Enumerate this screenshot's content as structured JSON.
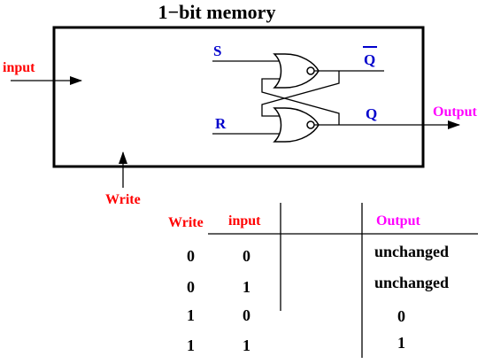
{
  "title": "1−bit memory",
  "labels": {
    "input": "input",
    "write": "Write",
    "output": "Output",
    "s": "S",
    "r": "R",
    "q_bar": "Q",
    "q": "Q"
  },
  "truth_table": {
    "headers": [
      "Write",
      "input",
      "Output"
    ],
    "rows": [
      {
        "write": "0",
        "input": "0",
        "output": "unchanged"
      },
      {
        "write": "0",
        "input": "1",
        "output": "unchanged"
      },
      {
        "write": "1",
        "input": "0",
        "output": "0"
      },
      {
        "write": "1",
        "input": "1",
        "output": "1"
      }
    ]
  },
  "colors": {
    "label_red": "#ff0000",
    "label_blue": "#0000cc",
    "label_magenta": "#ff00ff",
    "line": "#000000"
  }
}
